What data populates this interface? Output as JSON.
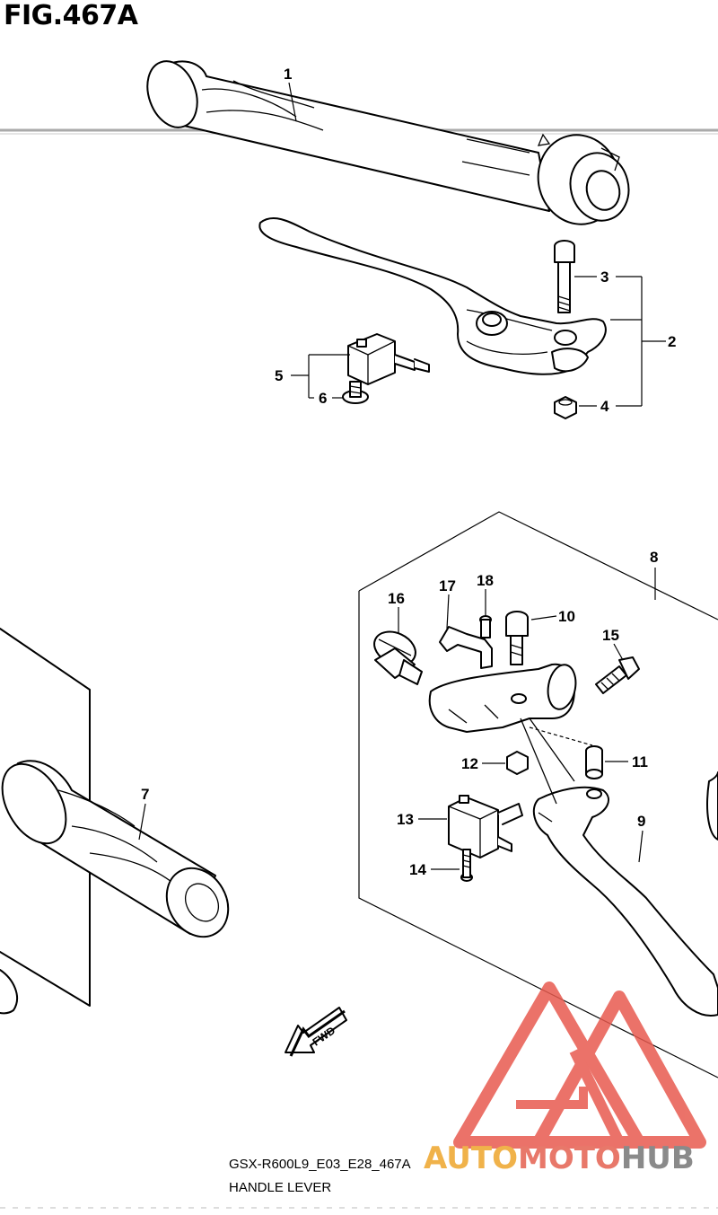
{
  "figure": {
    "title": "FIG.467A"
  },
  "callouts": [
    {
      "id": "c1",
      "label": "1"
    },
    {
      "id": "c2",
      "label": "2"
    },
    {
      "id": "c3",
      "label": "3"
    },
    {
      "id": "c4",
      "label": "4"
    },
    {
      "id": "c5",
      "label": "5"
    },
    {
      "id": "c6",
      "label": "6"
    },
    {
      "id": "c7",
      "label": "7"
    },
    {
      "id": "c8",
      "label": "8"
    },
    {
      "id": "c9",
      "label": "9"
    },
    {
      "id": "c10",
      "label": "10"
    },
    {
      "id": "c11",
      "label": "11"
    },
    {
      "id": "c12",
      "label": "12"
    },
    {
      "id": "c13",
      "label": "13"
    },
    {
      "id": "c14",
      "label": "14"
    },
    {
      "id": "c15",
      "label": "15"
    },
    {
      "id": "c16",
      "label": "16"
    },
    {
      "id": "c17",
      "label": "17"
    },
    {
      "id": "c18",
      "label": "18"
    }
  ],
  "fwd_label": "FWD",
  "footer": {
    "code": "GSX-R600L9_E03_E28_467A",
    "name": "HANDLE LEVER"
  },
  "watermark": {
    "part1": "AUTO",
    "part2": "MOTO",
    "part3": "HUB"
  },
  "colors": {
    "ink": "#000000",
    "watermark_red": "#e85a4f",
    "watermark_orange": "#f0b24a",
    "watermark_gray": "#8a8a8a"
  }
}
